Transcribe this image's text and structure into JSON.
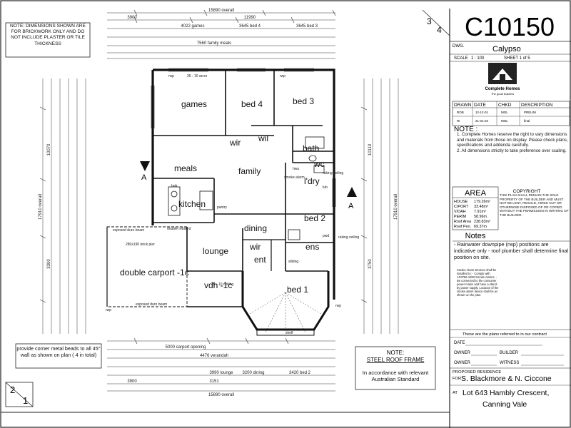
{
  "title_block": {
    "drawing_no": "C10150",
    "sheet_ref": "3",
    "sheet_ref2": "4",
    "dwg_label": "DWG.",
    "dwg_name": "Calypso",
    "scale_label": "SCALE",
    "scale_value": "1 : 100",
    "sheet_label": "SHEET 1 of 5",
    "company": "Complete Homes",
    "company_tag": "The good builders",
    "table_headers": [
      "DRAWN",
      "DATE",
      "CHKD",
      "DESCRIPTION"
    ],
    "rows": [
      [
        "ROB",
        "12-12-01",
        "MGL",
        "PRELIM"
      ],
      [
        "RI",
        "21-01-02",
        "MGL",
        "final"
      ]
    ]
  },
  "notes_main": {
    "heading": "NOTE :",
    "items": [
      "1. Complete Homes reserve the right to vary dimensions and materials from those on display. Please check plans, specifications and addenda carefully.",
      "2. All dimensions strictly to take preference over scaling."
    ]
  },
  "area": {
    "heading": "AREA",
    "rows": [
      [
        "HOUSE",
        "179.26m²"
      ],
      [
        "C/PORT",
        "33.48m²"
      ],
      [
        "V/DAH",
        "7.91m²"
      ],
      [
        "PERIM",
        "58.96m"
      ],
      [
        "Roof Area",
        "238.83m²"
      ],
      [
        "Roof Pen.",
        "69.37m"
      ]
    ]
  },
  "copyright": {
    "heading": "COPYRIGHT",
    "text": "THIS PLAN SHALL REMAIN THE SOLE PROPERTY OF THE BUILDER AND MUST NOT BE LENT, RESOLD, HIRED OUT OR OTHERWISE DISPOSED OF OR COPIED WITHOUT THE PERMISSION IN WRITING OF THE BUILDER."
  },
  "notes_side": {
    "heading": "Notes",
    "text": "- Rainwater downpipe (rwp) positions are indicative only - roof plumber shall determine final position on site.",
    "smoke": "Smoke Alarm Devices shall be installed to: - Comply with AS3786-1993 Smoke Alarms. - Be connected to the consumer power mains and have a stand-by power supply. Location of the smoke alarm device shall be as shown on the plan."
  },
  "contract": {
    "intro": "These are the plans referred to in our contract",
    "date": "DATE",
    "owner": "OWNER",
    "builder": "BUILDER",
    "witness": "WITNESS"
  },
  "residence": {
    "label": "PROPOSED RESIDENCE",
    "for": "FOR",
    "names": "S. Blackmore & N. Ciccone",
    "at": "AT",
    "address1": "Lot  643 Hambly Crescent,",
    "address2": "Canning Vale"
  },
  "note_topleft": "NOTE: DIMENSIONS SHOWN ARE FOR BRICKWORK ONLY AND DO NOT INCLUDE PLASTER OR TILE THICKNESS",
  "note_corner": "provide corner metal beads to all 45° wall as shown on plan   ( 4 in total)",
  "note_roof": {
    "heading": "NOTE:",
    "sub": "STEEL ROOF FRAME",
    "text": "In accordance with relevant Australian Standard"
  },
  "page_ref": {
    "top": "2",
    "bottom": "1"
  },
  "rooms": [
    {
      "id": "games",
      "label": "games"
    },
    {
      "id": "bed4",
      "label": "bed 4"
    },
    {
      "id": "bed3",
      "label": "bed 3"
    },
    {
      "id": "wir1",
      "label": "wir"
    },
    {
      "id": "wil",
      "label": "wil"
    },
    {
      "id": "bath",
      "label": "bath"
    },
    {
      "id": "wc",
      "label": "wc"
    },
    {
      "id": "meals",
      "label": "meals"
    },
    {
      "id": "family",
      "label": "family"
    },
    {
      "id": "ldry",
      "label": "l'dry"
    },
    {
      "id": "kitchen",
      "label": "kitchen"
    },
    {
      "id": "dining",
      "label": "dining"
    },
    {
      "id": "bed2",
      "label": "bed 2"
    },
    {
      "id": "carport",
      "label": "double carport -1c"
    },
    {
      "id": "lounge",
      "label": "lounge"
    },
    {
      "id": "wir2",
      "label": "wir"
    },
    {
      "id": "ens",
      "label": "ens"
    },
    {
      "id": "ent",
      "label": "ent"
    },
    {
      "id": "vdh",
      "label": "vdh -1c"
    },
    {
      "id": "bed1",
      "label": "bed 1"
    }
  ],
  "dims": {
    "top_overall": "15890 overall",
    "top_11990": "11990",
    "top_3900": "3900",
    "bottom_overall": "15890 overall",
    "left_overall": "17910 overall",
    "right_overall": "17910 overall",
    "carport_opening": "5000 carport opening",
    "d1": "4022 games",
    "d2": "3645 bed 4",
    "d3": "3645 bed 3",
    "d4": "7560 family  meals",
    "b1": "4476 verandah",
    "b2": "3990 lounge",
    "b3": "3200 dining",
    "b4": "3420 bed 2",
    "b5": "3151",
    "b6": "3900",
    "left1": "10070",
    "left2": "3300",
    "right1": "10110",
    "right2": "3750"
  },
  "annotations": {
    "rwp": "rwp",
    "section": "A",
    "ceiling1": "25 - 10 ceiling",
    "ceiling2": "35 - 10 arcor",
    "shelf": "shelf",
    "pantry": "pantry",
    "exposed_beam": "exposed duro beam",
    "brick_pier": "280x190 brick pier",
    "double_rebated": "double rebated",
    "hwu": "hwu",
    "tub": "tub",
    "smoke_alarm": "smoke alarm",
    "raking": "raking ceiling",
    "hob": "hob",
    "sliding": "sliding",
    "pwd": "pwd"
  }
}
